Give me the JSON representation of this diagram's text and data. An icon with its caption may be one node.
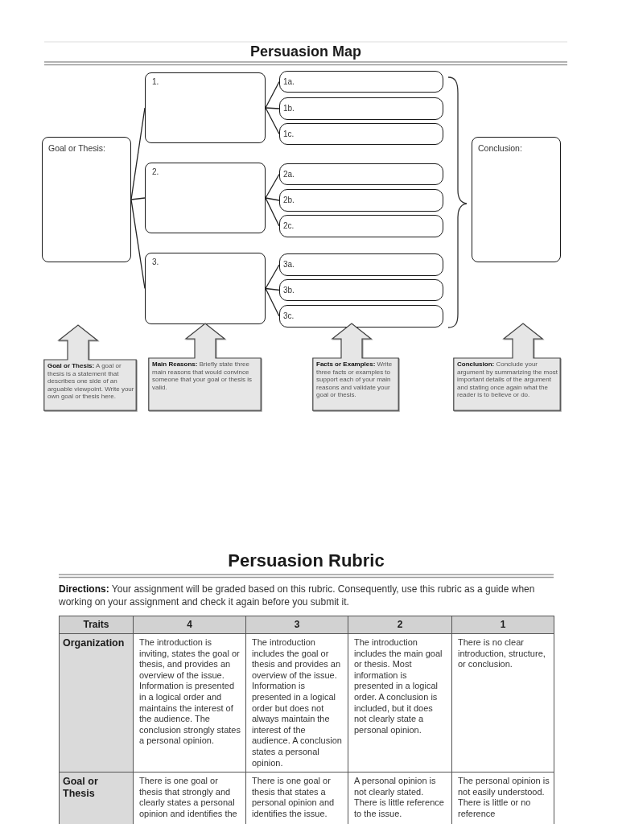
{
  "diagram": {
    "title": "Persuasion Map",
    "nodes": [
      {
        "text": [
          "Goal or Thesis:"
        ]
      },
      {
        "text": [
          "1."
        ]
      },
      {
        "text": [
          "2."
        ]
      },
      {
        "text": [
          "3."
        ]
      },
      {
        "text": [
          "1a."
        ]
      },
      {
        "text": [
          "1b."
        ]
      },
      {
        "text": [
          "1c."
        ]
      },
      {
        "text": [
          "2a."
        ]
      },
      {
        "text": [
          "2b."
        ]
      },
      {
        "text": [
          "2c."
        ]
      },
      {
        "text": [
          "3a."
        ]
      },
      {
        "text": [
          "3b."
        ]
      },
      {
        "text": [
          "3c."
        ]
      },
      {
        "text": [
          "Conclusion:"
        ]
      },
      {
        "text": [
          "**Goal or Thesis:** A goal or thesis is a statement that describes one side of an arguable viewpoint. Write your own goal or thesis here."
        ]
      },
      {
        "text": [
          "**Main Reasons:** Briefly state three main reasons that would convince someone that your goal or thesis is valid."
        ]
      },
      {
        "text": [
          "**Facts or Examples:** Write three facts or examples to support each of your main reasons and validate your goal or thesis."
        ]
      },
      {
        "text": [
          "**Conclusion:** Conclude your argument by summarizing the most important details of the argument and stating once again what the reader is to believe or do."
        ]
      }
    ],
    "edges": [
      {
        "from": 0,
        "to": 1,
        "arrow": "none"
      },
      {
        "from": 0,
        "to": 2,
        "arrow": "none"
      },
      {
        "from": 0,
        "to": 3,
        "arrow": "none"
      },
      {
        "from": 1,
        "to": 4,
        "arrow": "none"
      },
      {
        "from": 1,
        "to": 5,
        "arrow": "none"
      },
      {
        "from": 1,
        "to": 6,
        "arrow": "none"
      },
      {
        "from": 2,
        "to": 7,
        "arrow": "none"
      },
      {
        "from": 2,
        "to": 8,
        "arrow": "none"
      },
      {
        "from": 2,
        "to": 9,
        "arrow": "none"
      },
      {
        "from": 3,
        "to": 10,
        "arrow": "none"
      },
      {
        "from": 3,
        "to": 11,
        "arrow": "none"
      },
      {
        "from": 3,
        "to": 12,
        "arrow": "none"
      }
    ],
    "labels": [
      "Persuasion Rubric",
      "**Directions:** Your assignment will be graded based on this rubric. Consequently, use this rubric as a guide when working on your assignment and check it again before you submit it.",
      "Traits",
      "4",
      "3",
      "2",
      "1",
      "Organization",
      "The introduction is inviting, states the goal or thesis, and provides an overview of the issue. Information is presented in a logical order and maintains the interest of the audience. The conclusion strongly states a personal opinion.",
      "The introduction includes the goal or thesis and provides an overview of the issue. Information is presented in a logical order but does not always maintain the interest of the audience. A conclusion states a personal opinion.",
      "The introduction includes the main goal or thesis. Most information is presented in a logical order. A conclusion is included, but it does not clearly state a personal opinion.",
      "There is no clear introduction, structure, or conclusion.",
      "Goal or Thesis",
      "There is one goal or thesis that strongly and clearly states a personal opinion and identifies the",
      "There is one goal or thesis that states a personal opinion and identifies the issue.",
      "A personal opinion is not clearly stated. There is little reference to the issue.",
      "The personal opinion is not easily understood. There is little or no reference"
    ]
  }
}
